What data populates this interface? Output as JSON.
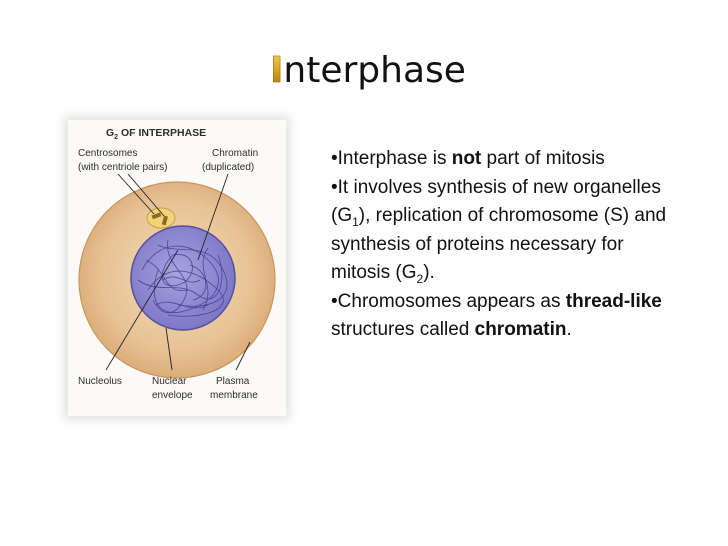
{
  "title": {
    "initial": "I",
    "rest": "nterphase"
  },
  "figure": {
    "heading_prefix": "G",
    "heading_sub": "2",
    "heading_suffix": " OF INTERPHASE",
    "label_centrosomes_1": "Centrosomes",
    "label_centrosomes_2": "(with centriole pairs)",
    "label_chromatin_1": "Chromatin",
    "label_chromatin_2": "(duplicated)",
    "label_nucleolus": "Nucleolus",
    "label_nuclear_1": "Nuclear",
    "label_nuclear_2": "envelope",
    "label_plasma_1": "Plasma",
    "label_plasma_2": "membrane",
    "colors": {
      "cell": "#e9c9a0",
      "nucleus": "#8a86cc",
      "chromatin_lines": "#3f3a8c",
      "centrosome": "#f3d27a"
    }
  },
  "bullets": {
    "b1_prefix": "•Interphase is ",
    "b1_bold": "not",
    "b1_suffix": " part of mitosis",
    "b2_text_1": "•It involves synthesis of new organelles (G",
    "b2_sub_1": "1",
    "b2_text_2": "), replication of chromosome (S) and synthesis of proteins necessary for mitosis (G",
    "b2_sub_2": "2",
    "b2_text_3": ").",
    "b3_prefix": "•Chromosomes appears as ",
    "b3_bold_1": "thread-like",
    "b3_middle": "  structures called ",
    "b3_bold_2": "chromatin",
    "b3_suffix": "."
  }
}
